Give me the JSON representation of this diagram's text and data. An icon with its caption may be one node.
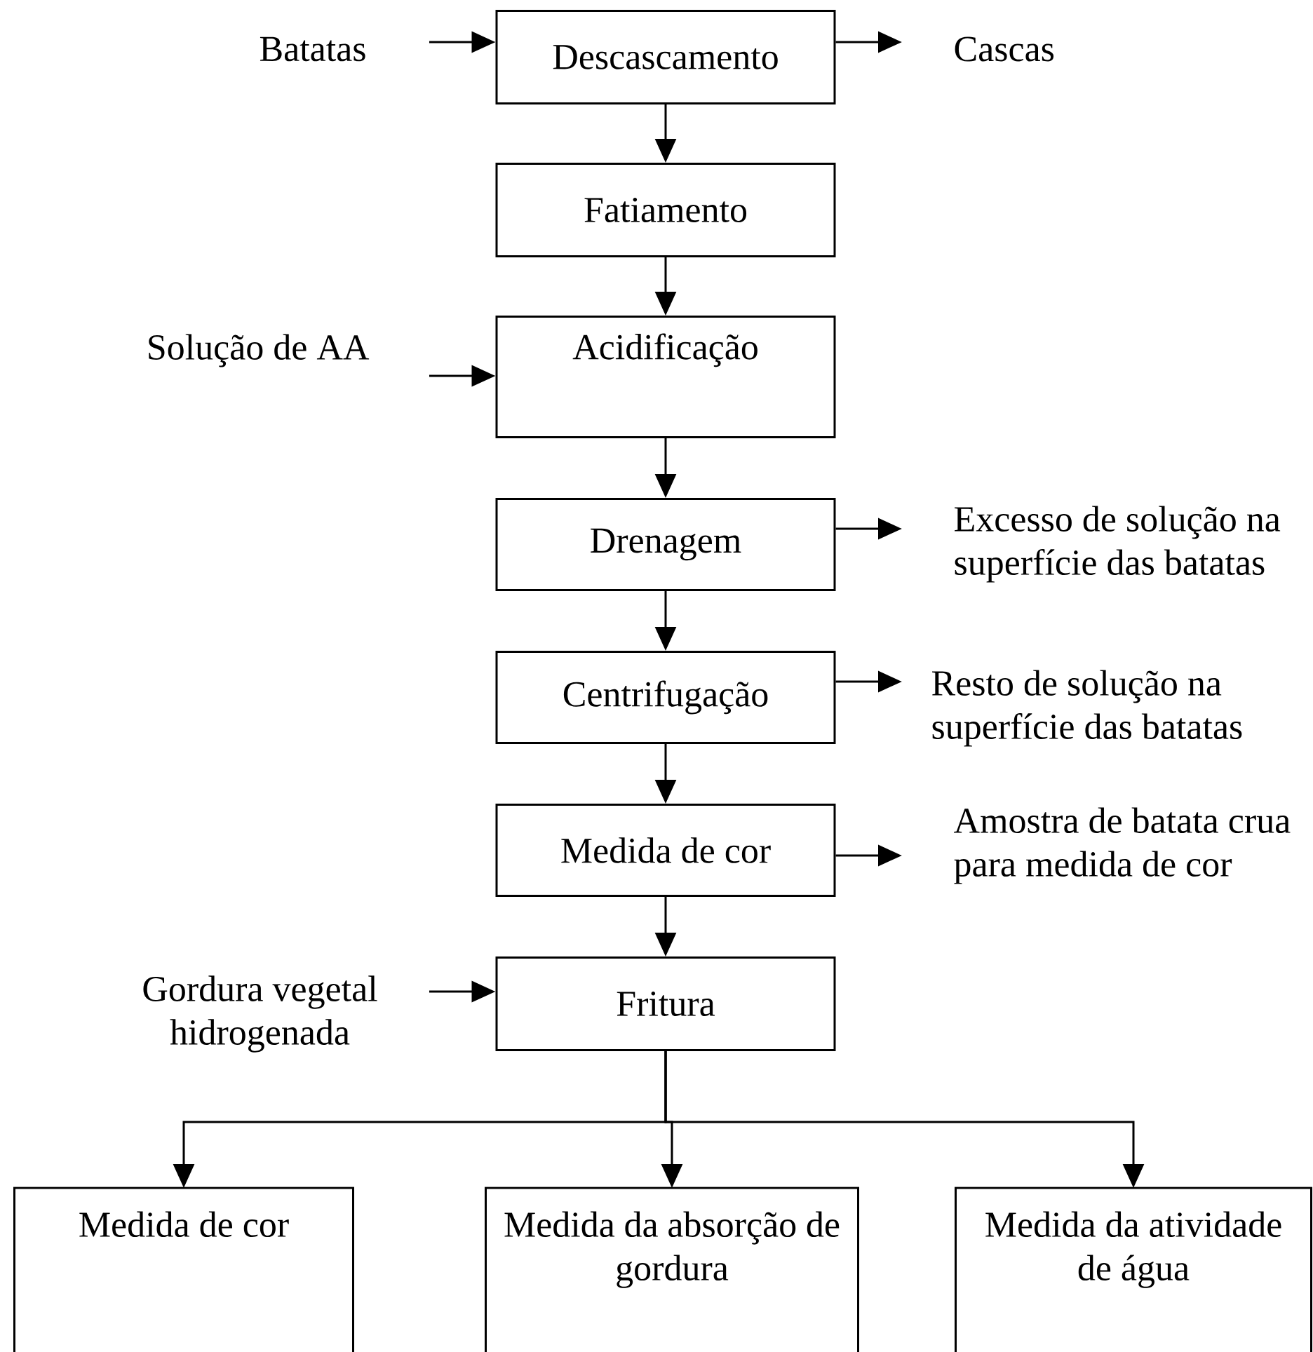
{
  "diagram": {
    "nodes": [
      {
        "text": [
          "Batatas"
        ]
      },
      {
        "text": [
          "Descascamento"
        ]
      },
      {
        "text": [
          "Cascas"
        ]
      },
      {
        "text": [
          "Fatiamento"
        ]
      },
      {
        "text": [
          "Solução de AA"
        ]
      },
      {
        "text": [
          "Acidificação"
        ]
      },
      {
        "text": [
          "Drenagem"
        ]
      },
      {
        "text": [
          "Excesso de solução na superfície das batatas"
        ]
      },
      {
        "text": [
          "Centrifugação"
        ]
      },
      {
        "text": [
          "Resto de solução na superfície das batatas"
        ]
      },
      {
        "text": [
          "Medida de cor"
        ]
      },
      {
        "text": [
          "Amostra de batata crua para medida de cor"
        ]
      },
      {
        "text": [
          "Gordura vegetal hidrogenada"
        ]
      },
      {
        "text": [
          "Fritura"
        ]
      },
      {
        "text": [
          "Medida de cor"
        ]
      },
      {
        "text": [
          "Medida da absorção de gordura"
        ]
      },
      {
        "text": [
          "Medida da atividade de água"
        ]
      }
    ],
    "edges": [
      {
        "from": 0,
        "to": 1,
        "arrow": "to"
      },
      {
        "from": 1,
        "to": 2,
        "arrow": "to"
      },
      {
        "from": 1,
        "to": 3,
        "arrow": "to"
      },
      {
        "from": 3,
        "to": 5,
        "arrow": "to"
      },
      {
        "from": 4,
        "to": 5,
        "arrow": "to"
      },
      {
        "from": 5,
        "to": 6,
        "arrow": "to"
      },
      {
        "from": 6,
        "to": 7,
        "arrow": "to"
      },
      {
        "from": 6,
        "to": 8,
        "arrow": "to"
      },
      {
        "from": 8,
        "to": 9,
        "arrow": "to"
      },
      {
        "from": 8,
        "to": 10,
        "arrow": "to"
      },
      {
        "from": 10,
        "to": 11,
        "arrow": "to"
      },
      {
        "from": 10,
        "to": 13,
        "arrow": "to"
      },
      {
        "from": 12,
        "to": 13,
        "arrow": "to"
      },
      {
        "from": 13,
        "to": 14,
        "arrow": "to"
      },
      {
        "from": 13,
        "to": 15,
        "arrow": "to"
      },
      {
        "from": 13,
        "to": 16,
        "arrow": "to"
      }
    ]
  }
}
